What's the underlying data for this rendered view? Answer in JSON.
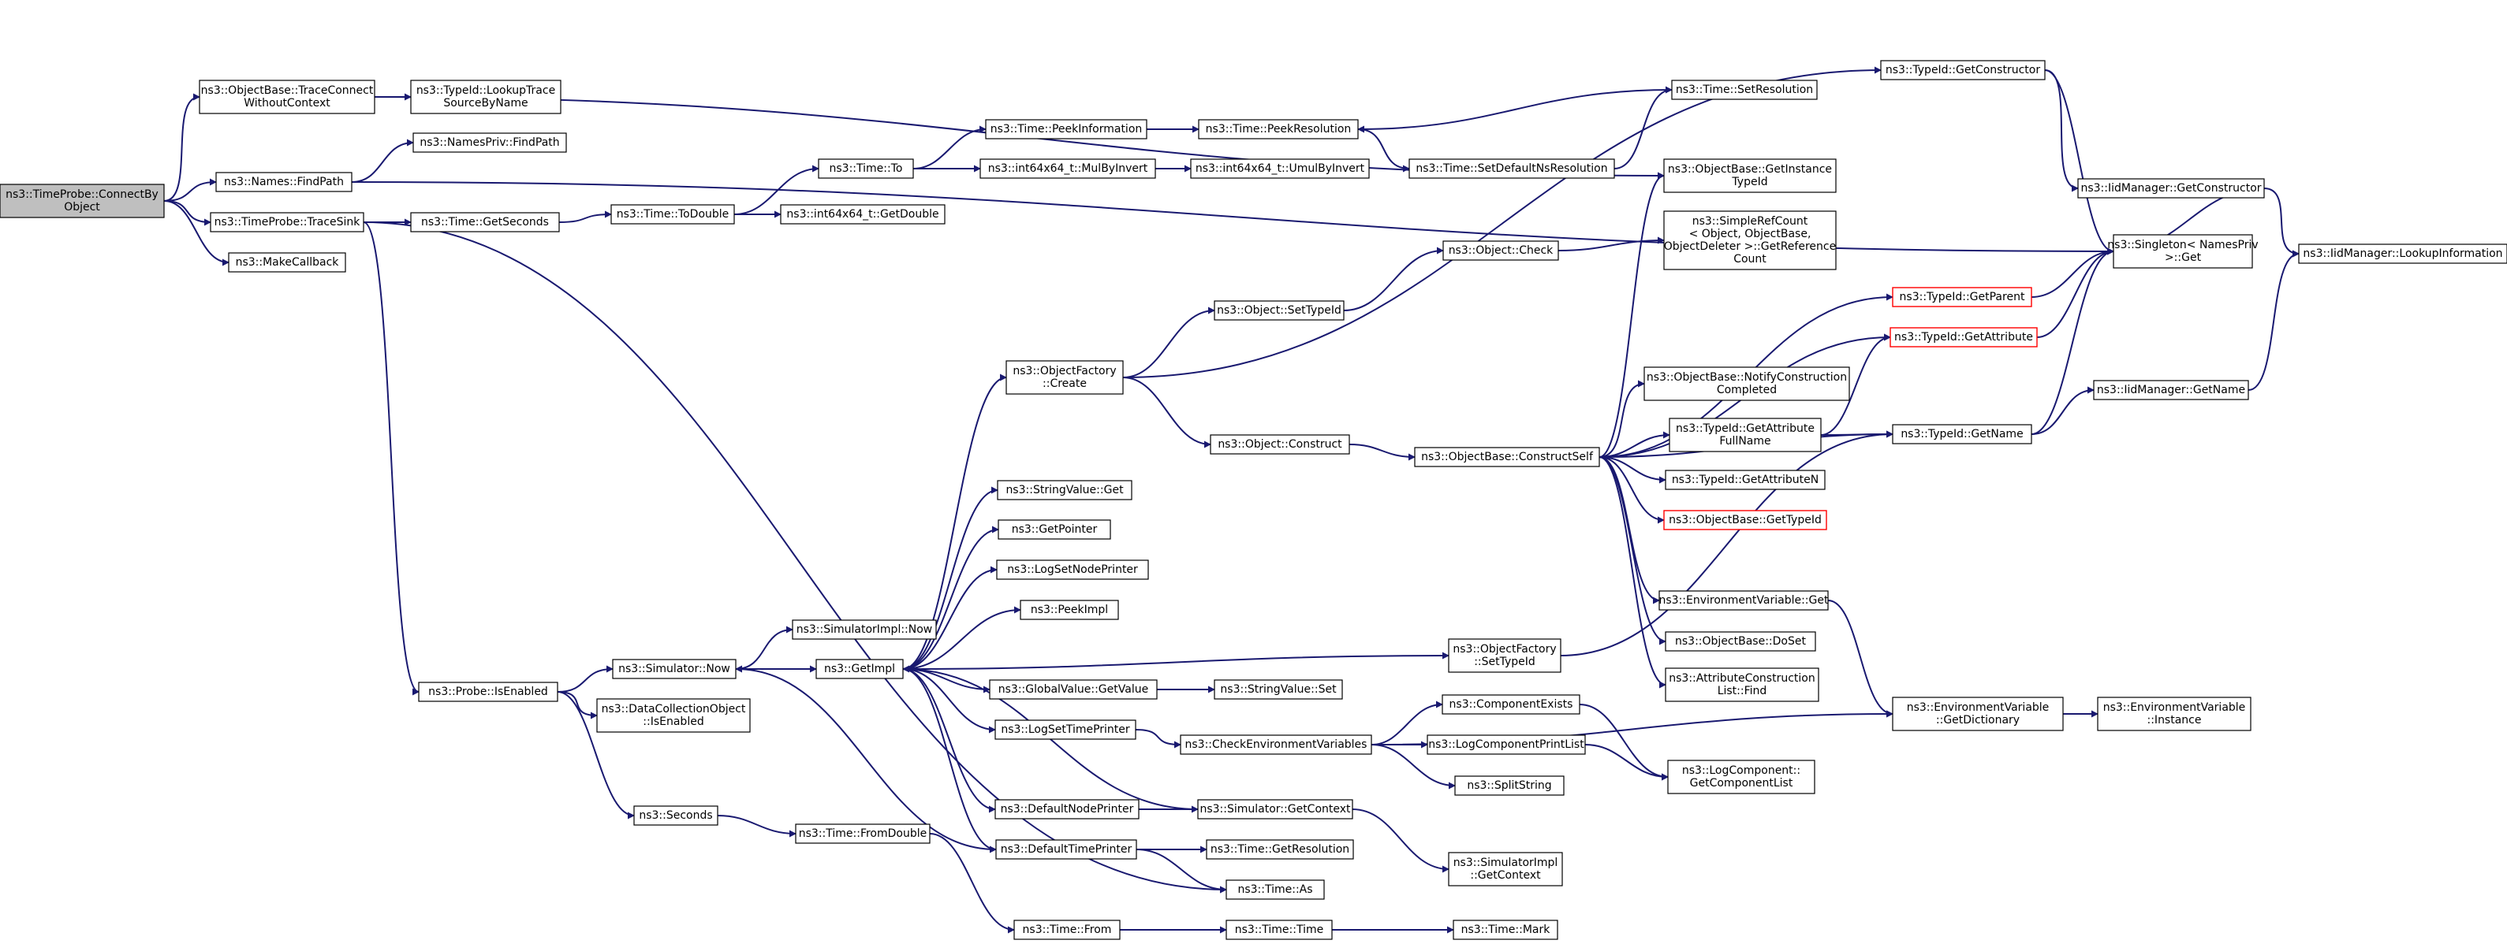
{
  "diagram": {
    "colors": {
      "edge": "#191970",
      "node_fill": "#ffffff",
      "node_border": "#000000",
      "root_fill": "#bfbfbf",
      "incomplete_border": "#ff0000"
    },
    "nodes": [
      {
        "id": "root",
        "lines": [
          "ns3::TimeProbe::ConnectBy",
          "Object"
        ],
        "style": "root"
      },
      {
        "id": "trace_connect",
        "lines": [
          "ns3::ObjectBase::TraceConnect",
          "WithoutContext"
        ]
      },
      {
        "id": "lookup_trace",
        "lines": [
          "ns3::TypeId::LookupTrace",
          "SourceByName"
        ]
      },
      {
        "id": "names_findpath",
        "lines": [
          "ns3::Names::FindPath"
        ]
      },
      {
        "id": "namespriv_findpath",
        "lines": [
          "ns3::NamesPriv::FindPath"
        ]
      },
      {
        "id": "trace_sink",
        "lines": [
          "ns3::TimeProbe::TraceSink"
        ]
      },
      {
        "id": "make_callback",
        "lines": [
          "ns3::MakeCallback"
        ]
      },
      {
        "id": "get_seconds",
        "lines": [
          "ns3::Time::GetSeconds"
        ]
      },
      {
        "id": "to_double",
        "lines": [
          "ns3::Time::ToDouble"
        ]
      },
      {
        "id": "int64_getdouble",
        "lines": [
          "ns3::int64x64_t::GetDouble"
        ]
      },
      {
        "id": "time_to",
        "lines": [
          "ns3::Time::To"
        ]
      },
      {
        "id": "peek_information",
        "lines": [
          "ns3::Time::PeekInformation"
        ]
      },
      {
        "id": "mul_by_invert",
        "lines": [
          "ns3::int64x64_t::MulByInvert"
        ]
      },
      {
        "id": "umul_by_invert",
        "lines": [
          "ns3::int64x64_t::UmulByInvert"
        ]
      },
      {
        "id": "peek_resolution",
        "lines": [
          "ns3::Time::PeekResolution"
        ]
      },
      {
        "id": "set_default_ns",
        "lines": [
          "ns3::Time::SetDefaultNsResolution"
        ]
      },
      {
        "id": "set_resolution",
        "lines": [
          "ns3::Time::SetResolution"
        ]
      },
      {
        "id": "get_constructor",
        "lines": [
          "ns3::TypeId::GetConstructor"
        ]
      },
      {
        "id": "get_instance_typeid",
        "lines": [
          "ns3::ObjectBase::GetInstance",
          "TypeId"
        ]
      },
      {
        "id": "simple_ref_count",
        "lines": [
          "ns3::SimpleRefCount",
          "< Object, ObjectBase,",
          "ObjectDeleter >::GetReference",
          "Count"
        ]
      },
      {
        "id": "iid_get_constructor",
        "lines": [
          "ns3::IidManager::GetConstructor"
        ]
      },
      {
        "id": "singleton_get",
        "lines": [
          "ns3::Singleton< NamesPriv",
          ">::Get"
        ]
      },
      {
        "id": "iid_lookup_info",
        "lines": [
          "ns3::IidManager::LookupInformation"
        ]
      },
      {
        "id": "object_set_typeid",
        "lines": [
          "ns3::Object::SetTypeId"
        ]
      },
      {
        "id": "object_check",
        "lines": [
          "ns3::Object::Check"
        ]
      },
      {
        "id": "typeid_get_parent",
        "lines": [
          "ns3::TypeId::GetParent"
        ],
        "style": "red"
      },
      {
        "id": "typeid_get_attribute",
        "lines": [
          "ns3::TypeId::GetAttribute"
        ],
        "style": "red"
      },
      {
        "id": "object_factory_create",
        "lines": [
          "ns3::ObjectFactory",
          "::Create"
        ]
      },
      {
        "id": "notify_construction",
        "lines": [
          "ns3::ObjectBase::NotifyConstruction",
          "Completed"
        ]
      },
      {
        "id": "object_construct",
        "lines": [
          "ns3::Object::Construct"
        ]
      },
      {
        "id": "construct_self",
        "lines": [
          "ns3::ObjectBase::ConstructSelf"
        ]
      },
      {
        "id": "get_attr_fullname",
        "lines": [
          "ns3::TypeId::GetAttribute",
          "FullName"
        ]
      },
      {
        "id": "typeid_get_name",
        "lines": [
          "ns3::TypeId::GetName"
        ]
      },
      {
        "id": "iid_get_name",
        "lines": [
          "ns3::IidManager::GetName"
        ]
      },
      {
        "id": "get_attribute_n",
        "lines": [
          "ns3::TypeId::GetAttributeN"
        ]
      },
      {
        "id": "objectbase_get_typeid",
        "lines": [
          "ns3::ObjectBase::GetTypeId"
        ],
        "style": "red"
      },
      {
        "id": "string_value_get",
        "lines": [
          "ns3::StringValue::Get"
        ]
      },
      {
        "id": "get_pointer",
        "lines": [
          "ns3::GetPointer"
        ]
      },
      {
        "id": "log_set_node_printer",
        "lines": [
          "ns3::LogSetNodePrinter"
        ]
      },
      {
        "id": "peek_impl",
        "lines": [
          "ns3::PeekImpl"
        ]
      },
      {
        "id": "env_var_get",
        "lines": [
          "ns3::EnvironmentVariable::Get"
        ]
      },
      {
        "id": "simimpl_now",
        "lines": [
          "ns3::SimulatorImpl::Now"
        ]
      },
      {
        "id": "objectbase_doset",
        "lines": [
          "ns3::ObjectBase::DoSet"
        ]
      },
      {
        "id": "probe_is_enabled",
        "lines": [
          "ns3::Probe::IsEnabled"
        ]
      },
      {
        "id": "simulator_now",
        "lines": [
          "ns3::Simulator::Now"
        ]
      },
      {
        "id": "get_impl",
        "lines": [
          "ns3::GetImpl"
        ]
      },
      {
        "id": "of_set_typeid",
        "lines": [
          "ns3::ObjectFactory",
          "::SetTypeId"
        ]
      },
      {
        "id": "attr_construction_find",
        "lines": [
          "ns3::AttributeConstruction",
          "List::Find"
        ]
      },
      {
        "id": "dco_is_enabled",
        "lines": [
          "ns3::DataCollectionObject",
          "::IsEnabled"
        ]
      },
      {
        "id": "globalvalue_getvalue",
        "lines": [
          "ns3::GlobalValue::GetValue"
        ]
      },
      {
        "id": "string_value_set",
        "lines": [
          "ns3::StringValue::Set"
        ]
      },
      {
        "id": "component_exists",
        "lines": [
          "ns3::ComponentExists"
        ]
      },
      {
        "id": "env_get_dictionary",
        "lines": [
          "ns3::EnvironmentVariable",
          "::GetDictionary"
        ]
      },
      {
        "id": "env_instance",
        "lines": [
          "ns3::EnvironmentVariable",
          "::Instance"
        ]
      },
      {
        "id": "log_set_time_printer",
        "lines": [
          "ns3::LogSetTimePrinter"
        ]
      },
      {
        "id": "check_env_vars",
        "lines": [
          "ns3::CheckEnvironmentVariables"
        ]
      },
      {
        "id": "log_component_printlist",
        "lines": [
          "ns3::LogComponentPrintList"
        ]
      },
      {
        "id": "logcomp_get_list",
        "lines": [
          "ns3::LogComponent::",
          "GetComponentList"
        ]
      },
      {
        "id": "split_string",
        "lines": [
          "ns3::SplitString"
        ]
      },
      {
        "id": "seconds",
        "lines": [
          "ns3::Seconds"
        ]
      },
      {
        "id": "default_node_printer",
        "lines": [
          "ns3::DefaultNodePrinter"
        ]
      },
      {
        "id": "sim_get_context",
        "lines": [
          "ns3::Simulator::GetContext"
        ]
      },
      {
        "id": "time_from_double",
        "lines": [
          "ns3::Time::FromDouble"
        ]
      },
      {
        "id": "default_time_printer",
        "lines": [
          "ns3::DefaultTimePrinter"
        ]
      },
      {
        "id": "time_get_resolution",
        "lines": [
          "ns3::Time::GetResolution"
        ]
      },
      {
        "id": "simimpl_get_context",
        "lines": [
          "ns3::SimulatorImpl",
          "::GetContext"
        ]
      },
      {
        "id": "time_as",
        "lines": [
          "ns3::Time::As"
        ]
      },
      {
        "id": "time_from",
        "lines": [
          "ns3::Time::From"
        ]
      },
      {
        "id": "time_time",
        "lines": [
          "ns3::Time::Time"
        ]
      },
      {
        "id": "time_mark",
        "lines": [
          "ns3::Time::Mark"
        ]
      }
    ],
    "edges": [
      [
        "root",
        "trace_connect"
      ],
      [
        "root",
        "names_findpath"
      ],
      [
        "root",
        "trace_sink"
      ],
      [
        "root",
        "make_callback"
      ],
      [
        "trace_connect",
        "lookup_trace"
      ],
      [
        "trace_connect",
        "get_instance_typeid"
      ],
      [
        "names_findpath",
        "namespriv_findpath"
      ],
      [
        "names_findpath",
        "singleton_get"
      ],
      [
        "trace_sink",
        "get_seconds"
      ],
      [
        "trace_sink",
        "probe_is_enabled"
      ],
      [
        "trace_sink",
        "time_as"
      ],
      [
        "get_seconds",
        "to_double"
      ],
      [
        "to_double",
        "time_to"
      ],
      [
        "to_double",
        "int64_getdouble"
      ],
      [
        "time_to",
        "peek_information"
      ],
      [
        "time_to",
        "mul_by_invert"
      ],
      [
        "peek_information",
        "peek_resolution"
      ],
      [
        "mul_by_invert",
        "umul_by_invert"
      ],
      [
        "peek_resolution",
        "set_default_ns"
      ],
      [
        "set_default_ns",
        "set_resolution"
      ],
      [
        "set_resolution",
        "peek_resolution"
      ],
      [
        "get_constructor",
        "iid_get_constructor"
      ],
      [
        "get_constructor",
        "singleton_get"
      ],
      [
        "iid_get_constructor",
        "iid_lookup_info"
      ],
      [
        "iid_get_constructor",
        "singleton_get"
      ],
      [
        "object_factory_create",
        "get_constructor"
      ],
      [
        "object_factory_create",
        "object_set_typeid"
      ],
      [
        "object_factory_create",
        "object_construct"
      ],
      [
        "object_set_typeid",
        "object_check"
      ],
      [
        "object_check",
        "simple_ref_count"
      ],
      [
        "object_construct",
        "construct_self"
      ],
      [
        "construct_self",
        "get_instance_typeid"
      ],
      [
        "construct_self",
        "typeid_get_parent"
      ],
      [
        "construct_self",
        "typeid_get_attribute"
      ],
      [
        "construct_self",
        "notify_construction"
      ],
      [
        "construct_self",
        "get_attr_fullname"
      ],
      [
        "construct_self",
        "get_attribute_n"
      ],
      [
        "construct_self",
        "objectbase_get_typeid"
      ],
      [
        "construct_self",
        "typeid_get_name"
      ],
      [
        "construct_self",
        "env_var_get"
      ],
      [
        "construct_self",
        "objectbase_doset"
      ],
      [
        "construct_self",
        "attr_construction_find"
      ],
      [
        "typeid_get_parent",
        "singleton_get"
      ],
      [
        "typeid_get_attribute",
        "singleton_get"
      ],
      [
        "get_attr_fullname",
        "typeid_get_attribute"
      ],
      [
        "get_attr_fullname",
        "typeid_get_name"
      ],
      [
        "typeid_get_name",
        "iid_get_name"
      ],
      [
        "typeid_get_name",
        "singleton_get"
      ],
      [
        "iid_get_name",
        "iid_lookup_info"
      ],
      [
        "env_var_get",
        "env_get_dictionary"
      ],
      [
        "env_get_dictionary",
        "env_instance"
      ],
      [
        "probe_is_enabled",
        "simulator_now"
      ],
      [
        "probe_is_enabled",
        "dco_is_enabled"
      ],
      [
        "probe_is_enabled",
        "seconds"
      ],
      [
        "simulator_now",
        "simimpl_now"
      ],
      [
        "simulator_now",
        "get_impl"
      ],
      [
        "get_impl",
        "object_factory_create"
      ],
      [
        "get_impl",
        "string_value_get"
      ],
      [
        "get_impl",
        "get_pointer"
      ],
      [
        "get_impl",
        "log_set_node_printer"
      ],
      [
        "get_impl",
        "peek_impl"
      ],
      [
        "get_impl",
        "of_set_typeid"
      ],
      [
        "get_impl",
        "globalvalue_getvalue"
      ],
      [
        "get_impl",
        "log_set_time_printer"
      ],
      [
        "get_impl",
        "default_node_printer"
      ],
      [
        "get_impl",
        "default_time_printer"
      ],
      [
        "of_set_typeid",
        "typeid_get_name"
      ],
      [
        "globalvalue_getvalue",
        "string_value_set"
      ],
      [
        "log_set_time_printer",
        "check_env_vars"
      ],
      [
        "check_env_vars",
        "component_exists"
      ],
      [
        "check_env_vars",
        "log_component_printlist"
      ],
      [
        "check_env_vars",
        "split_string"
      ],
      [
        "check_env_vars",
        "env_get_dictionary"
      ],
      [
        "component_exists",
        "logcomp_get_list"
      ],
      [
        "log_component_printlist",
        "logcomp_get_list"
      ],
      [
        "seconds",
        "time_from_double"
      ],
      [
        "time_from_double",
        "time_from"
      ],
      [
        "default_node_printer",
        "sim_get_context"
      ],
      [
        "sim_get_context",
        "get_impl"
      ],
      [
        "sim_get_context",
        "simimpl_get_context"
      ],
      [
        "default_time_printer",
        "simulator_now"
      ],
      [
        "default_time_printer",
        "time_get_resolution"
      ],
      [
        "default_time_printer",
        "time_as"
      ],
      [
        "time_from",
        "time_time"
      ],
      [
        "time_time",
        "time_mark"
      ]
    ]
  }
}
